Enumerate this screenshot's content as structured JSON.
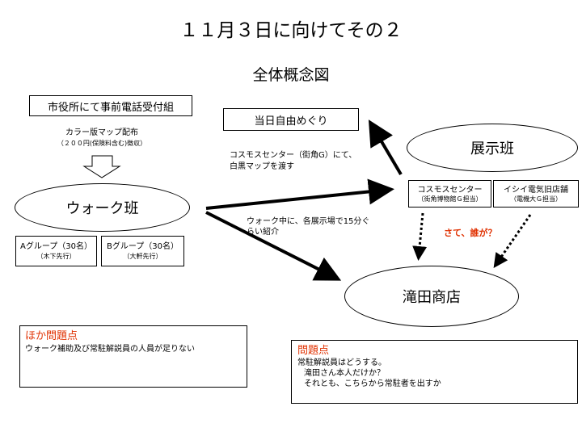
{
  "slide": {
    "title": "１１月３日に向けてその２",
    "subtitle": "全体概念図"
  },
  "nodes": {
    "city_office": "市役所にて事前電話受付組",
    "color_map": "カラー版マップ配布",
    "color_map_note": "（２００円(保険料含む)徴収）",
    "free_tour": "当日自由めぐり",
    "exhibit_team": "展示班",
    "walk_team": "ウォーク班",
    "cosmos_center": "コスモスセンター",
    "cosmos_center_note": "（街角博物館Ｇ担当）",
    "ishii_store": "イシイ電気旧店舗",
    "ishii_store_note": "（電機大Ｇ担当）",
    "group_a": "Aグループ（30名）",
    "group_a_note": "（木下先行）",
    "group_b": "Bグループ（30名）",
    "group_b_note": "（大軒先行）",
    "takita": "滝田商店"
  },
  "annotations": {
    "cosmos_line1": "コスモスセンター（街角G）にて、",
    "cosmos_line2": "白黒マップを渡す",
    "walk_line1": "ウォーク中に、各展示場で15分ぐ",
    "walk_line2": "らい紹介",
    "question": "さて、誰が？"
  },
  "issues_other": {
    "heading": "ほか問題点",
    "text": "ウォーク補助及び常駐解説員の人員が足りない"
  },
  "issues": {
    "heading": "問題点",
    "line1": "常駐解説員はどうする。",
    "line2": "滝田さん本人だけか？",
    "line3": "それとも、こちらから常駐者を出すか"
  },
  "colors": {
    "accent_red": "#e03000",
    "line": "#000000"
  }
}
